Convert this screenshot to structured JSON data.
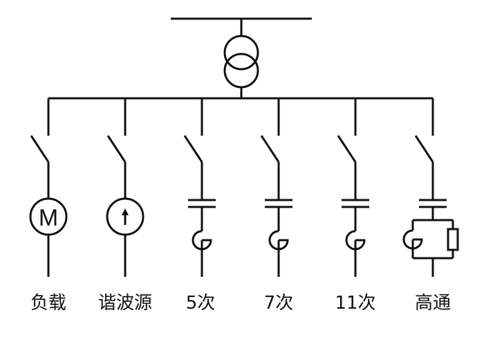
{
  "diagram": {
    "branches": [
      {
        "id": "load",
        "label": "负载",
        "element": "motor",
        "symbol_text": "M"
      },
      {
        "id": "harmonic-source",
        "label": "谐波源",
        "element": "current-source"
      },
      {
        "id": "filter-5",
        "label": "5次",
        "element": "single-tuned-filter"
      },
      {
        "id": "filter-7",
        "label": "7次",
        "element": "single-tuned-filter"
      },
      {
        "id": "filter-11",
        "label": "11次",
        "element": "single-tuned-filter"
      },
      {
        "id": "high-pass",
        "label": "高通",
        "element": "high-pass-filter"
      }
    ]
  }
}
